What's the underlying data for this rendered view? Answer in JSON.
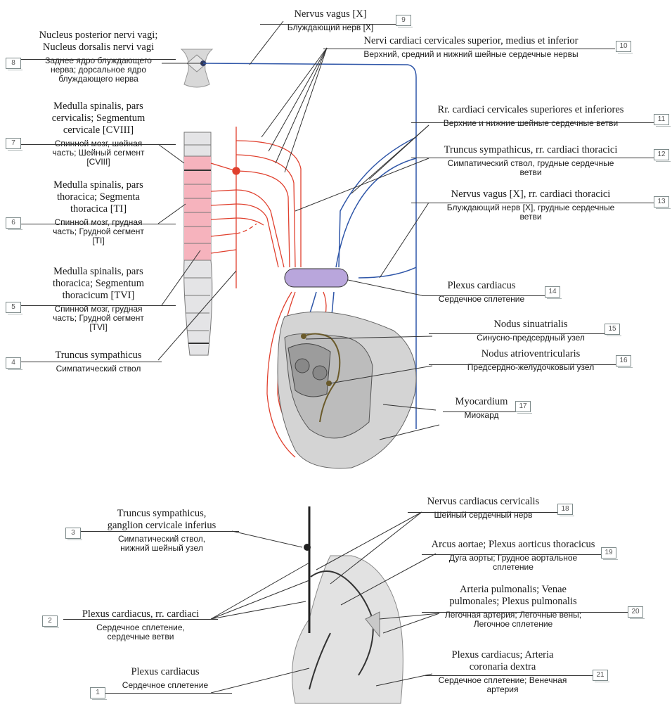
{
  "labels": [
    {
      "num": "8",
      "latin": [
        "Nucleus posterior nervi vagi;",
        "Nucleus dorsalis nervi vagi"
      ],
      "russian": [
        "Заднее ядро блуждающего",
        "нерва; дорсальное ядро",
        "блуждающего нерва"
      ]
    },
    {
      "num": "7",
      "latin": [
        "Medulla spinalis, pars",
        "cervicalis; Segmentum",
        "cervicale [CVIII]"
      ],
      "russian": [
        "Спинной мозг, шейная",
        "часть; Шейный сегмент",
        "[CVIII]"
      ]
    },
    {
      "num": "6",
      "latin": [
        "Medulla spinalis, pars",
        "thoracica; Segmenta",
        "thoracica [TI]"
      ],
      "russian": [
        "Спинной мозг, грудная",
        "часть; Грудной сегмент",
        "[TI]"
      ]
    },
    {
      "num": "5",
      "latin": [
        "Medulla spinalis, pars",
        "thoracica; Segmentum",
        "thoracicum [TVI]"
      ],
      "russian": [
        "Спинной мозг, грудная",
        "часть; Грудной сегмент",
        "[TVI]"
      ]
    },
    {
      "num": "4",
      "latin": [
        "Truncus sympathicus"
      ],
      "russian": [
        "Симпатический ствол"
      ]
    },
    {
      "num": "9",
      "latin": [
        "Nervus vagus [X]"
      ],
      "russian": [
        "Блуждающий нерв [X]"
      ]
    },
    {
      "num": "10",
      "latin": [
        "Nervi cardiaci cervicales superior, medius et inferior"
      ],
      "russian": [
        "Верхний, средний и нижний шейные сердечные нервы"
      ]
    },
    {
      "num": "11",
      "latin": [
        "Rr. cardiaci cervicales superiores et inferiores"
      ],
      "russian": [
        "Верхние и нижние шейные сердечные ветви"
      ]
    },
    {
      "num": "12",
      "latin": [
        "Truncus sympathicus, rr. cardiaci thoracici"
      ],
      "russian": [
        "Симпатический ствол, грудные сердечные",
        "ветви"
      ]
    },
    {
      "num": "13",
      "latin": [
        "Nervus vagus [X], rr. cardiaci thoracici"
      ],
      "russian": [
        "Блуждающий нерв [X], грудные сердечные",
        "ветви"
      ]
    },
    {
      "num": "14",
      "latin": [
        "Plexus cardiacus"
      ],
      "russian": [
        "Сердечное сплетение"
      ]
    },
    {
      "num": "15",
      "latin": [
        "Nodus sinuatrialis"
      ],
      "russian": [
        "Синусно-предсердный узел"
      ]
    },
    {
      "num": "16",
      "latin": [
        "Nodus atrioventricularis"
      ],
      "russian": [
        "Предсердно-желудочковый узел"
      ]
    },
    {
      "num": "17",
      "latin": [
        "Myocardium"
      ],
      "russian": [
        "Миокард"
      ]
    },
    {
      "num": "3",
      "latin": [
        "Truncus sympathicus,",
        "ganglion cervicale inferius"
      ],
      "russian": [
        "Симпатический ствол,",
        "нижний шейный узел"
      ]
    },
    {
      "num": "2",
      "latin": [
        "Plexus cardiacus, rr. cardiaci"
      ],
      "russian": [
        "Сердечное сплетение,",
        "сердечные ветви"
      ]
    },
    {
      "num": "1",
      "latin": [
        "Plexus cardiacus"
      ],
      "russian": [
        "Сердечное сплетение"
      ]
    },
    {
      "num": "18",
      "latin": [
        "Nervus cardiacus cervicalis"
      ],
      "russian": [
        "Шейный сердечный нерв"
      ]
    },
    {
      "num": "19",
      "latin": [
        "Arcus aortae; Plexus aorticus thoracicus"
      ],
      "russian": [
        "Дуга аорты; Грудное аортальное",
        "сплетение"
      ]
    },
    {
      "num": "20",
      "latin": [
        "Arteria pulmonalis; Venae",
        "pulmonales; Plexus pulmonalis"
      ],
      "russian": [
        "Легочная артерия; Легочные вены;",
        "Легочное сплетение"
      ]
    },
    {
      "num": "21",
      "latin": [
        "Plexus cardiacus; Arteria",
        "coronaria dextra"
      ],
      "russian": [
        "Сердечное сплетение; Венечная",
        "артерия"
      ]
    }
  ],
  "colors": {
    "sympathetic": "#e0402e",
    "parasympathetic": "#2f56a8",
    "plexus": "#b9a6dc",
    "segment": "#f6b3bd",
    "leader": "#333333"
  }
}
